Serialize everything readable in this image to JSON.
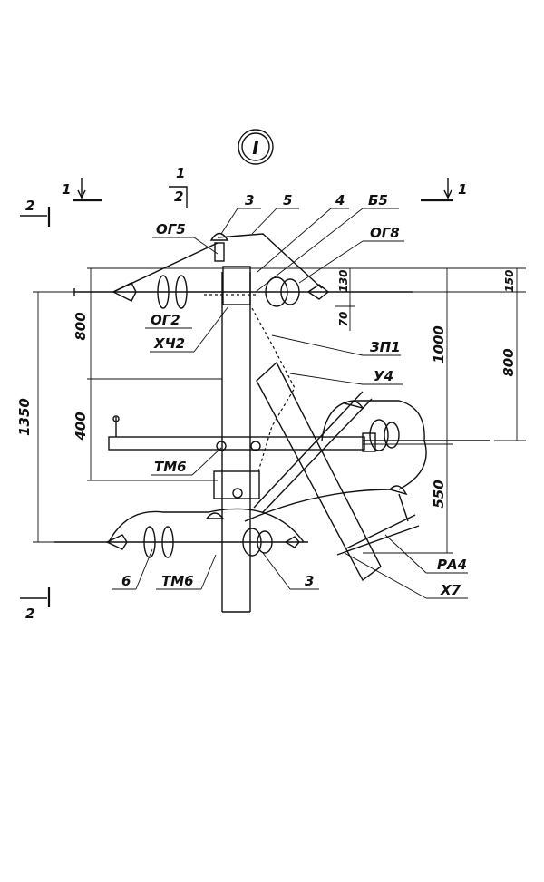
{
  "title": {
    "view_mark": "I"
  },
  "section_marks": {
    "top_left_num": "1",
    "top_right_num": "1",
    "left_top": "2",
    "left_bottom": "2",
    "pole_top_num": "1",
    "pole_top_den": "2"
  },
  "callouts": [
    "3",
    "5",
    "4",
    "Б5",
    "ОГ5",
    "ОГ8",
    "ОГ2",
    "ХЧ2",
    "ЗП1",
    "У4",
    "ТМ6",
    "РА4",
    "Х7",
    "6",
    "ТМ6",
    "3"
  ],
  "dimensions": {
    "left_outer": "1350",
    "left_upper": "800",
    "left_middle": "400",
    "top_small_a": "130",
    "top_small_b": "70",
    "right_inner_1": "1000",
    "right_inner_2": "550",
    "right_outer_top": "150",
    "right_outer_2": "800"
  }
}
